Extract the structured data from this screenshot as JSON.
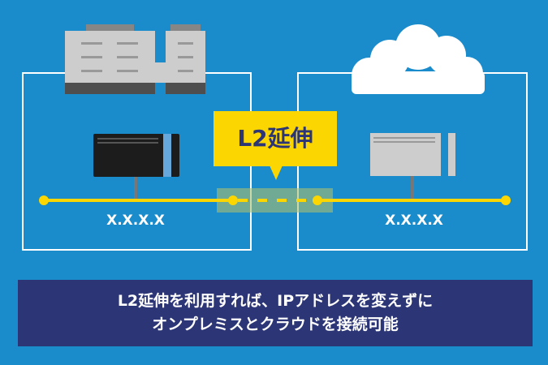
{
  "callout": {
    "label": "L2延伸"
  },
  "onprem": {
    "ip_label": "X.X.X.X"
  },
  "cloud": {
    "ip_label": "X.X.X.X"
  },
  "banner": {
    "line1": "L2延伸を利用すれば、IPアドレスを変えずに",
    "line2": "オンプレミスとクラウドを接続可能"
  },
  "colors": {
    "background": "#1a8ccc",
    "accent": "#fcd600",
    "banner": "#2c3575",
    "bridge": "#78a87a"
  }
}
